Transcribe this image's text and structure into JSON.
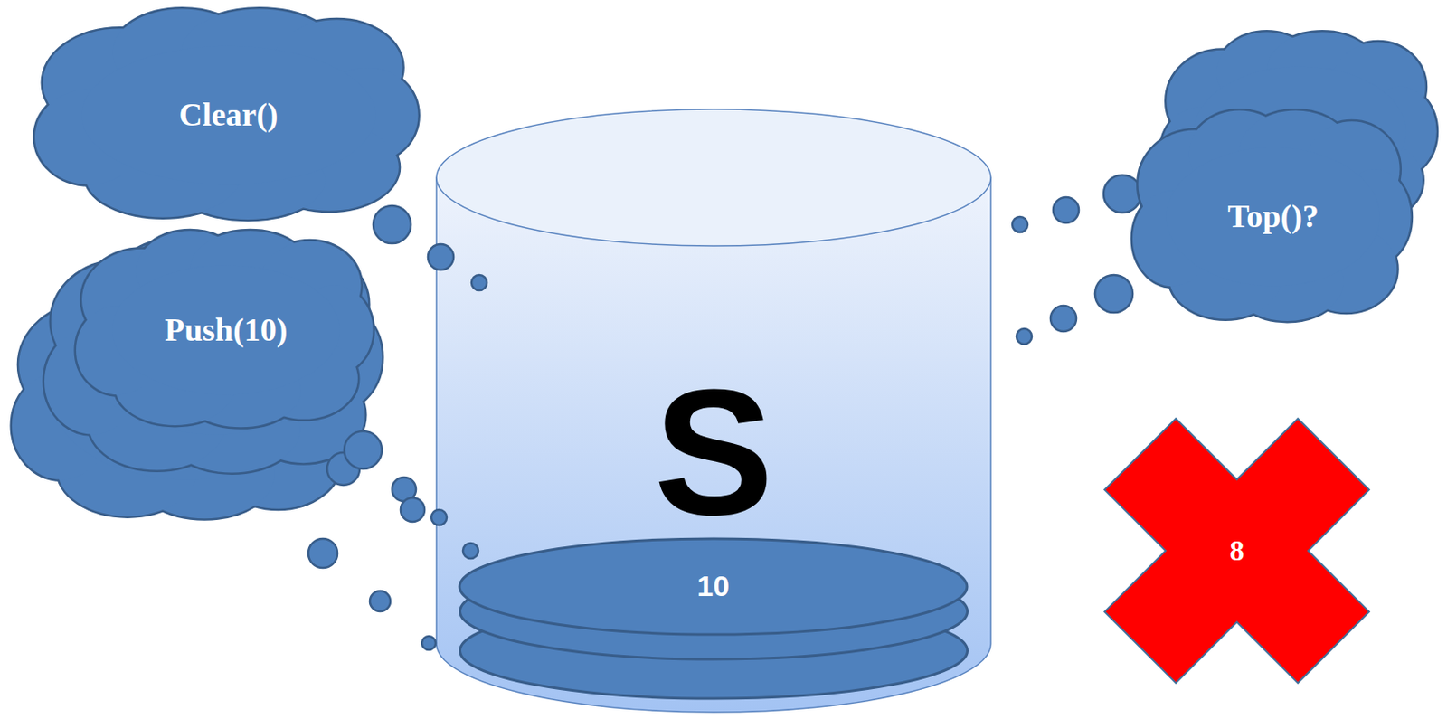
{
  "diagram": {
    "nodes": [
      {
        "text": [
          "Clear()"
        ]
      },
      {
        "text": [
          "Push(10)"
        ]
      },
      {
        "text": [
          "S"
        ]
      },
      {
        "text": [
          "10"
        ],
        "in": 2
      },
      {
        "text": [
          "Top()?"
        ]
      },
      {
        "text": [
          "8"
        ]
      }
    ]
  }
}
